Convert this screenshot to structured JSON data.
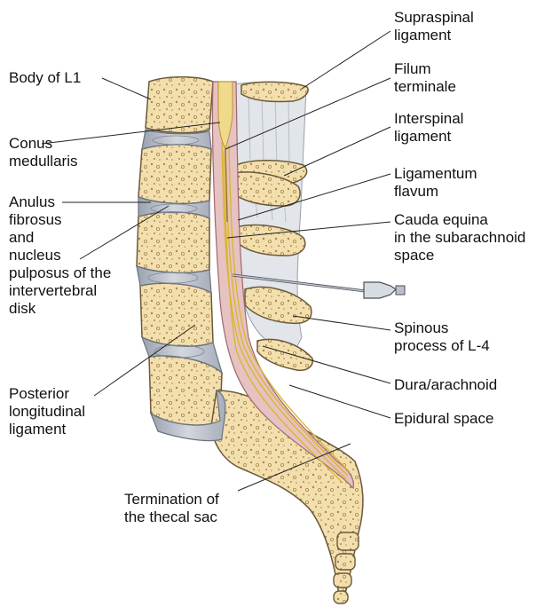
{
  "colors": {
    "bone": "#f3dfae",
    "bone_outline": "#6b5a3a",
    "bone_speckle": "#a8884e",
    "disk": "#c3c8d2",
    "disk_dark": "#8d96a6",
    "ligament": "#dfe2e8",
    "spinal_cord": "#f0d98a",
    "cauda_equina": "#e9c94a",
    "dura": "#c99aa0",
    "needle": "#9aa3ad",
    "leader_line": "#222222"
  },
  "labels": {
    "body_l1": [
      "Body of L1"
    ],
    "conus_medullaris": [
      "Conus",
      "medullaris"
    ],
    "anulus_fibrosus": [
      "Anulus",
      "fibrosus",
      "and",
      "nucleus",
      "pulposus of the",
      "intervertebral",
      "disk"
    ],
    "posterior_longitudinal_ligament": [
      "Posterior",
      "longitudinal",
      "ligament"
    ],
    "termination_thecal_sac": [
      "Termination of",
      "the thecal sac"
    ],
    "supraspinal_ligament": [
      "Supraspinal",
      "ligament"
    ],
    "filum_terminale": [
      "Filum",
      "terminale"
    ],
    "interspinal_ligament": [
      "Interspinal",
      "ligament"
    ],
    "ligamentum_flavum": [
      "Ligamentum",
      "flavum"
    ],
    "cauda_equina": [
      "Cauda equina",
      "in the subarachnoid",
      "space"
    ],
    "spinous_process_l4": [
      "Spinous",
      "process of L-4"
    ],
    "dura_arachnoid": [
      "Dura/arachnoid"
    ],
    "epidural_space": [
      "Epidural space"
    ]
  }
}
